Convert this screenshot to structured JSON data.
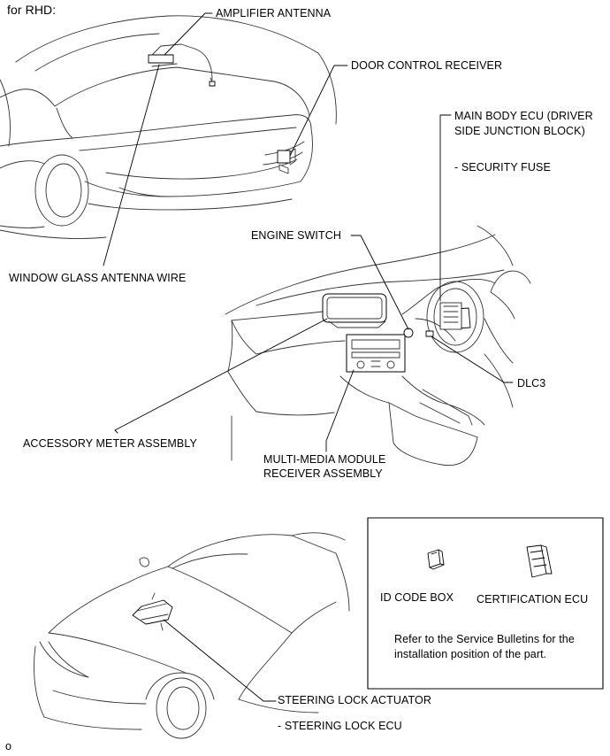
{
  "header": {
    "market": "for RHD:"
  },
  "labels": {
    "amplifier_antenna": "AMPLIFIER ANTENNA",
    "door_control_receiver": "DOOR CONTROL RECEIVER",
    "main_body_ecu_line1": "MAIN BODY ECU (DRIVER",
    "main_body_ecu_line2": "SIDE JUNCTION BLOCK)",
    "security_fuse": "- SECURITY FUSE",
    "engine_switch": "ENGINE SWITCH",
    "window_glass_antenna_wire": "WINDOW GLASS ANTENNA WIRE",
    "dlc3": "DLC3",
    "accessory_meter_assembly": "ACCESSORY METER ASSEMBLY",
    "multi_media_line1": "MULTI-MEDIA MODULE",
    "multi_media_line2": "RECEIVER ASSEMBLY",
    "steering_lock_actuator": "STEERING LOCK ACTUATOR",
    "steering_lock_ecu": "- STEERING LOCK ECU"
  },
  "inset": {
    "id_code_box": "ID CODE BOX",
    "certification_ecu": "CERTIFICATION ECU",
    "note_line1": "Refer to the Service Bulletins for the",
    "note_line2": "installation position of the part."
  },
  "footer": {
    "figure_code": "o"
  }
}
